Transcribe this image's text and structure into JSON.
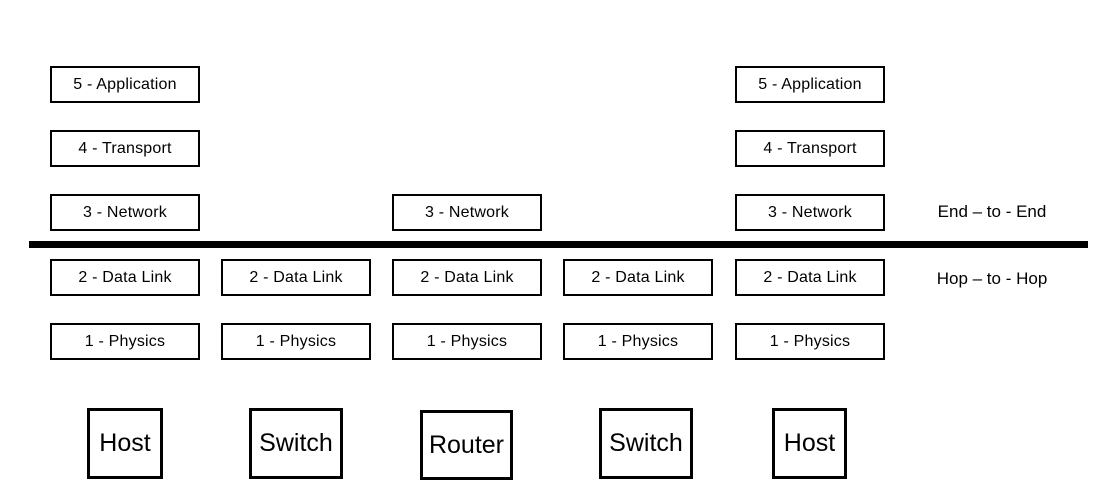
{
  "diagram": {
    "title_hint": "network-protocol-layers",
    "colors": {
      "foreground": "#000000",
      "background": "#ffffff"
    },
    "columns": [
      {
        "device": "Host",
        "layers": [
          "5 - Application",
          "4 - Transport",
          "3 - Network",
          "2 - Data Link",
          "1 - Physics"
        ]
      },
      {
        "device": "Switch",
        "layers": [
          "2 - Data Link",
          "1 - Physics"
        ]
      },
      {
        "device": "Router",
        "layers": [
          "3 - Network",
          "2 - Data Link",
          "1 - Physics"
        ]
      },
      {
        "device": "Switch",
        "layers": [
          "2 - Data Link",
          "1 - Physics"
        ]
      },
      {
        "device": "Host",
        "layers": [
          "5 - Application",
          "4 - Transport",
          "3 - Network",
          "2 - Data Link",
          "1 - Physics"
        ]
      }
    ],
    "annotations": {
      "end_to_end": "End – to - End",
      "hop_to_hop": "Hop – to - Hop"
    }
  }
}
